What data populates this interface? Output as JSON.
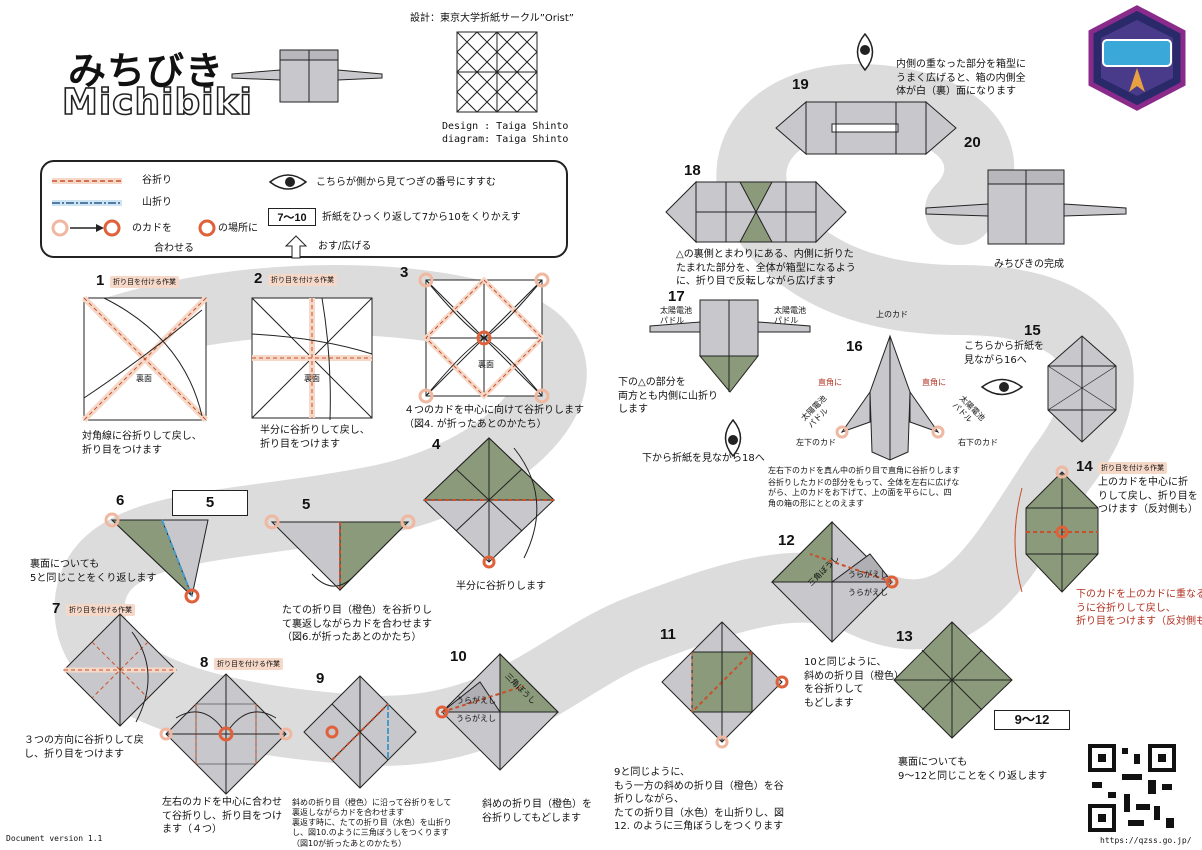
{
  "header": {
    "title_jp": "みちびき",
    "title_en": "Michibiki",
    "design_credit": "設計：東京大学折紙サークル”Orist”",
    "design_line": "Design : Taiga Shinto",
    "diagram_line": "diagram: Taiga Shinto"
  },
  "legend": {
    "valley": "谷折り",
    "mountain": "山折り",
    "match_a": "のカドを",
    "match_b": "の場所に",
    "match_c": "合わせる",
    "view": "こちらが側から見てつぎの番号にすすむ",
    "repeat_box": "7～10",
    "repeat": "折紙をひっくり返して7から10をくりかえす",
    "push": "おす/広げる"
  },
  "steps": {
    "s1": {
      "num": "1",
      "tag": "折り目を付ける作業",
      "text": "対角線に谷折りして戻し、\n折り目をつけます",
      "label": "裏面"
    },
    "s2": {
      "num": "2",
      "tag": "折り目を付ける作業",
      "text": "半分に谷折りして戻し、\n折り目をつけます",
      "label": "裏面"
    },
    "s3": {
      "num": "3",
      "text": "４つのカドを中心に向けて谷折りします\n（図4. が折ったあとのかたち）",
      "label": "裏面"
    },
    "s4": {
      "num": "4",
      "text": "半分に谷折りします"
    },
    "s5": {
      "num": "5",
      "text": "たての折り目（橙色）を谷折りし\nて裏返しながらカドを合わせます\n（図6.が折ったあとのかたち）"
    },
    "s6": {
      "num": "6",
      "box": "5",
      "text": "裏面についても\n5と同じことをくり返します"
    },
    "s7": {
      "num": "7",
      "tag": "折り目を付ける作業",
      "text": "３つの方向に谷折りして戻\nし、折り目をつけます"
    },
    "s8": {
      "num": "8",
      "tag": "折り目を付ける作業",
      "text": "左右のカドを中心に合わせ\nて谷折りし、折り目をつけ\nます（４つ）"
    },
    "s9": {
      "num": "9",
      "bullet1": "斜めの折り目（橙色）に沿って谷折りをして\n裏返しながらカドを合わせます",
      "bullet2": "裏返す時に、たての折り目（水色）を山折り\nし、図10.のように三角ぼうしをつくります\n（図10が折ったあとのかたち）"
    },
    "s10": {
      "num": "10",
      "text": "斜めの折り目（橙色）を\n谷折りしてもどします",
      "flap_a": "うらがえし",
      "flap_b": "うらがえし",
      "cap": "三角ぼうし"
    },
    "s11": {
      "num": "11",
      "text": "9と同じように、\nもう一方の斜めの折り目（橙色）を谷\n折りしながら、\nたての折り目（水色）を山折りし、図\n12. のように三角ぼうしをつくります"
    },
    "s12": {
      "num": "12",
      "text": "10と同じように、\n斜めの折り目（橙色）\nを谷折りして\nもどします",
      "flap_a": "うらがえし",
      "flap_b": "うらがえし",
      "cap": "三角ぼうし"
    },
    "s13": {
      "num": "13",
      "box": "9～12",
      "text": "裏面についても\n9～12と同じことをくり返します"
    },
    "s14": {
      "num": "14",
      "tag": "折り目を付ける作業",
      "text": "上のカドを中心に折\nりして戻し、折り目を\nつけます（反対側も）",
      "note": "下のカドを上のカドに重なるよ\nうに谷折りして戻し、\n折り目をつけます（反対側も）"
    },
    "s15": {
      "num": "15",
      "text": "こちらから折紙を\n見ながら16へ"
    },
    "s16": {
      "num": "16",
      "top": "上のカド",
      "left_right": "直角に",
      "right_right": "直角に",
      "bl": "左下のカド",
      "br": "右下のカド",
      "paddle_l": "太陽電池\nパドル",
      "paddle_r": "太陽電池\nパドル",
      "b1": "左右下のカドを真ん中の折り目で直角に谷折りします",
      "b2": "谷折りしたカドの部分をもって、全体を左右に広げな\nがら、上のカドをお下げて、上の面を平らにし、四\n角の箱の形にととのえます"
    },
    "s17": {
      "num": "17",
      "text": "下の△の部分を\n両方とも内側に山折り\nします",
      "view": "下から折紙を見ながら18へ",
      "paddle_l": "太陽電池\nパドル",
      "paddle_r": "太陽電池\nパドル"
    },
    "s18": {
      "num": "18",
      "text": "△の裏側とまわりにある、内側に折りた\nたまれた部分を、全体が箱型になるよう\nに、折り目で反転しながら広げます"
    },
    "s19": {
      "num": "19",
      "text": "内側の重なった部分を箱型に\nうまく広げると、箱の内側全\n体が白（裏）面になります"
    },
    "s20": {
      "num": "20",
      "text": "みちびきの完成"
    }
  },
  "footer": {
    "version": "Document version 1.1",
    "url": "https://qzss.go.jp/"
  },
  "colors": {
    "paper": "#c8c8cc",
    "green": "#8a9a7a",
    "valley": "#e8825a",
    "mountain": "#4a9ac8",
    "marker": "#e0603a",
    "path": "#dddddd"
  }
}
